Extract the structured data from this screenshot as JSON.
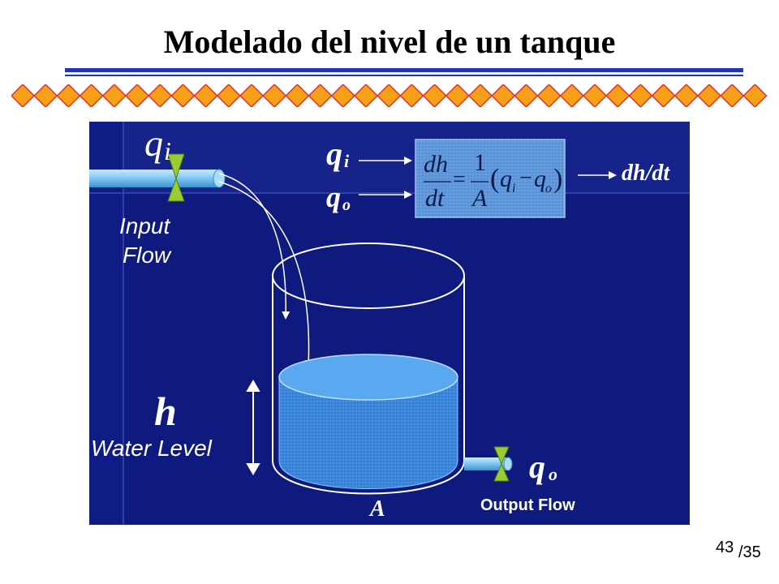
{
  "title": "Modelado del nivel de un tanque",
  "labels": {
    "qi_pipe": "q",
    "qi_pipe_sub": "i",
    "input_flow_line1": "Input",
    "input_flow_line2": "Flow",
    "qi_eq": "q",
    "qi_eq_sub": "i",
    "qo_eq": "q",
    "qo_eq_sub": "o",
    "dhdt_output": "dh/dt",
    "h_symbol": "h",
    "water_level": "Water Level",
    "area_symbol": "A",
    "qo_out": "q",
    "qo_out_sub": "o",
    "output_flow": "Output Flow"
  },
  "equation": {
    "lhs_num": "dh",
    "lhs_den": "dt",
    "equals": "=",
    "frac_num": "1",
    "frac_den": "A",
    "paren_open": "(",
    "q1": "q",
    "q1_sub": "i",
    "minus": "−",
    "q2": "q",
    "q2_sub": "o",
    "paren_close": ")"
  },
  "page": {
    "current": "43",
    "total": "/35"
  },
  "colors": {
    "panel": "#0e1a7e",
    "rule": "#2233bb",
    "diamond_fill": "#f5a016",
    "diamond_stroke": "#e23030",
    "water": "#3f8fe0",
    "water_top": "#5aa8ef",
    "pipe": "#8ed0f5",
    "equation_box": "#5b8fd8",
    "valve": "#9acd32"
  }
}
